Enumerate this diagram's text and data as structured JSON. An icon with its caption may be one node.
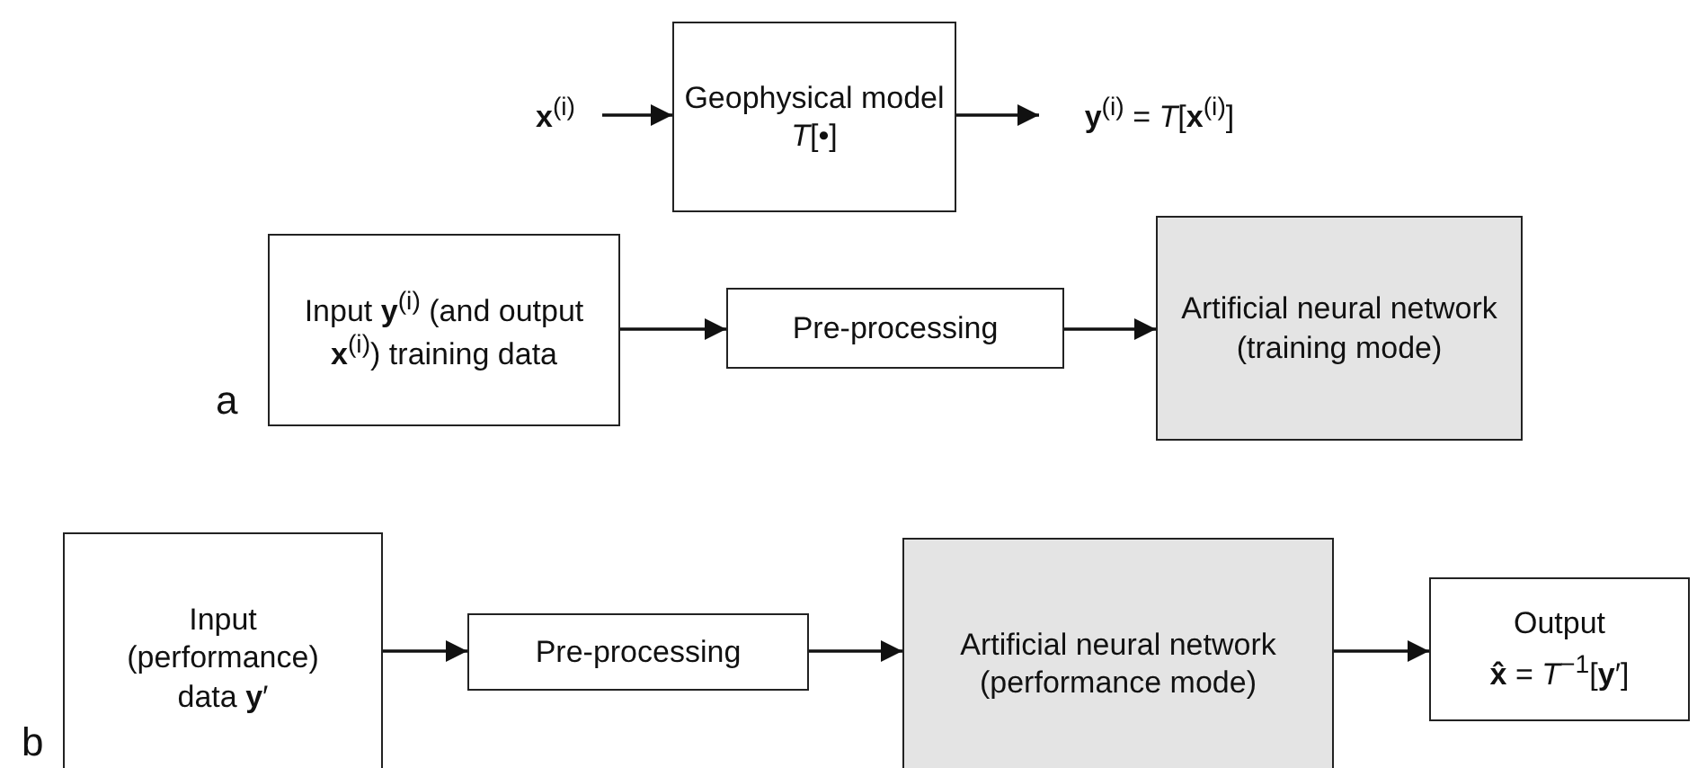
{
  "diagram": {
    "nodes": [
      {
        "text": [
          "**x**$^{(i)}$"
        ]
      },
      {
        "text": [
          "Geophysical model *T*[•]"
        ]
      },
      {
        "text": [
          "**y**$^{(i)}$ = *T*[**x**$^{(i)}$]"
        ]
      },
      {
        "text": [
          "Input **y**$^{(i)}$ (and output **x**$^{(i)}$) training data"
        ]
      },
      {
        "text": [
          "Pre-processing"
        ]
      },
      {
        "text": [
          "Artificial neural network (training mode)"
        ]
      },
      {
        "text": [
          "Input (performance) data **y**′"
        ]
      },
      {
        "text": [
          "Pre-processing"
        ]
      },
      {
        "text": [
          "Artificial neural network (performance mode)"
        ]
      },
      {
        "text": [
          "Output",
          "**x̂** = *T*$^{−1}$[**y**′]"
        ]
      }
    ],
    "edges": [
      {
        "from": 0,
        "to": 1,
        "arrow": "to"
      },
      {
        "from": 1,
        "to": 2,
        "arrow": "to"
      },
      {
        "from": 3,
        "to": 4,
        "arrow": "to"
      },
      {
        "from": 4,
        "to": 5,
        "arrow": "to"
      },
      {
        "from": 6,
        "to": 7,
        "arrow": "to"
      },
      {
        "from": 7,
        "to": 8,
        "arrow": "to"
      },
      {
        "from": 8,
        "to": 9,
        "arrow": "to"
      }
    ],
    "labels": [
      "a",
      "b"
    ]
  }
}
